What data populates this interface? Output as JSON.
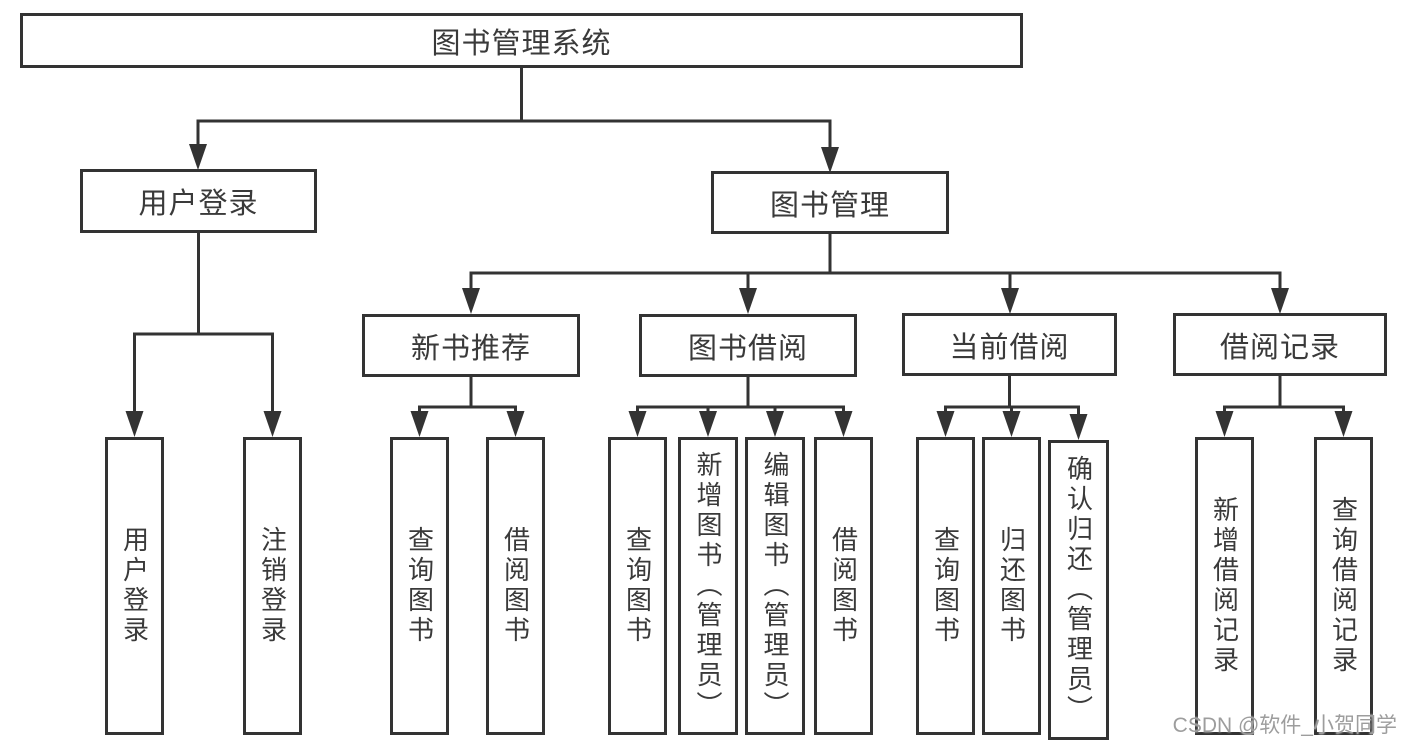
{
  "nodes": {
    "root": {
      "label": "图书管理系统"
    },
    "l2": [
      {
        "label": "用户登录"
      },
      {
        "label": "图书管理"
      }
    ],
    "l3": [
      {
        "label": "新书推荐"
      },
      {
        "label": "图书借阅"
      },
      {
        "label": "当前借阅"
      },
      {
        "label": "借阅记录"
      }
    ],
    "leaves": {
      "userLogin": [
        {
          "label": "用户登录"
        },
        {
          "label": "注销登录"
        }
      ],
      "newBooks": [
        {
          "label": "查询图书"
        },
        {
          "label": "借阅图书"
        }
      ],
      "bookBorrow": [
        {
          "label": "查询图书"
        },
        {
          "label": "新增图书（管理员）"
        },
        {
          "label": "编辑图书（管理员）"
        },
        {
          "label": "借阅图书"
        }
      ],
      "currentBorrow": [
        {
          "label": "查询图书"
        },
        {
          "label": "归还图书"
        },
        {
          "label": "确认归还（管理员）"
        }
      ],
      "borrowRecords": [
        {
          "label": "新增借阅记录"
        },
        {
          "label": "查询借阅记录"
        }
      ]
    }
  },
  "watermark": {
    "text": "CSDN @软件_小贺同学"
  },
  "colors": {
    "line": "#333333",
    "text": "#3a3a3a",
    "box_background": "#ffffff",
    "page_background": "#ffffff",
    "watermark": "#9d9d9d"
  }
}
